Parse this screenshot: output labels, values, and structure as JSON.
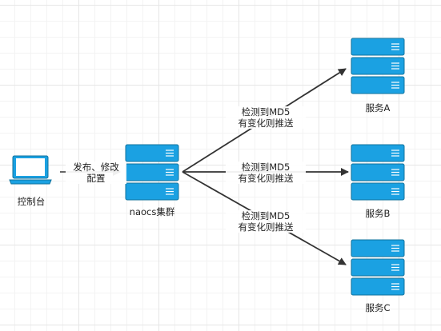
{
  "colors": {
    "server_fill": "#1ba1e2",
    "server_stroke": "#10739e",
    "laptop_fill": "#1ba1e2",
    "edge": "#333333"
  },
  "nodes": {
    "console": {
      "label": "控制台",
      "icon": "laptop-icon"
    },
    "nacos": {
      "label": "naocs集群",
      "icon": "server-stack-icon"
    },
    "service_a": {
      "label": "服务A",
      "icon": "server-stack-icon"
    },
    "service_b": {
      "label": "服务B",
      "icon": "server-stack-icon"
    },
    "service_c": {
      "label": "服务C",
      "icon": "server-stack-icon"
    }
  },
  "edges": {
    "publish": {
      "line1": "发布、修改",
      "line2": "配置"
    },
    "to_a": {
      "line1": "检测到MD5",
      "line2": "有变化则推送"
    },
    "to_b": {
      "line1": "检测到MD5",
      "line2": "有变化则推送"
    },
    "to_c": {
      "line1": "检测到MD5",
      "line2": "有变化则推送"
    }
  }
}
